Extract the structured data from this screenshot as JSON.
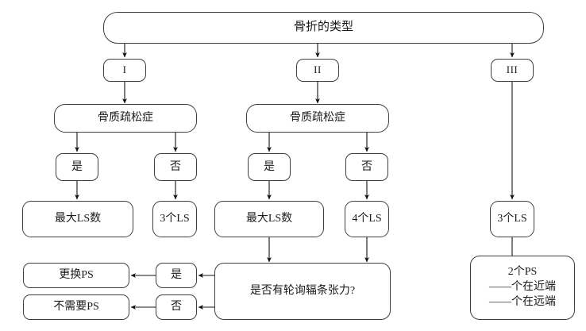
{
  "diagram": {
    "title": "骨折的类型",
    "nodes": {
      "root": "骨折的类型",
      "type1": "I",
      "type2": "II",
      "type3": "III",
      "osteoporosis_left": "骨质疏松症",
      "osteoporosis_mid": "骨质疏松症",
      "yes_left": "是",
      "no_left": "否",
      "yes_mid": "是",
      "no_mid": "否",
      "max_ls_left": "最大LS数",
      "three_ls_left": "3个LS",
      "max_ls_mid": "最大LS数",
      "four_ls_mid": "4个LS",
      "three_ls_right": "3个LS",
      "question": "是否有轮询辐条张力?",
      "yes_bottom": "是",
      "no_bottom": "否",
      "replace_ps": "更换PS",
      "no_ps_needed": "不需要PS",
      "two_ps_line1": "2个PS",
      "two_ps_line2": "——个在近端",
      "two_ps_line3": "——个在远端"
    },
    "colors": {
      "stroke": "#3f3f3f",
      "text": "#1a1a1a",
      "background": "#ffffff"
    }
  }
}
